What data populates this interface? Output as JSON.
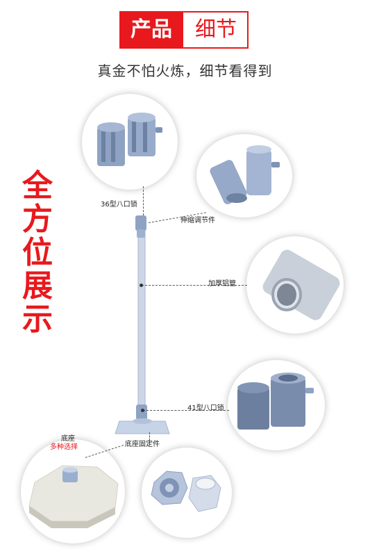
{
  "header": {
    "red_part": "产品",
    "white_part": "细节"
  },
  "subtitle": "真金不怕火炼，细节看得到",
  "side_title": [
    "全",
    "方",
    "位",
    "展",
    "示"
  ],
  "labels": {
    "top_lock": "36型八口锁",
    "telescopic": "伸缩调节件",
    "tube": "加厚铝管",
    "bottom_lock": "41型八口锁",
    "base_fixer": "底座固定件",
    "base": "底座",
    "base_options": "多种选择"
  },
  "colors": {
    "accent": "#e8191d",
    "part_blue": "#8ea3c4",
    "tube": "#cdd6e6"
  }
}
